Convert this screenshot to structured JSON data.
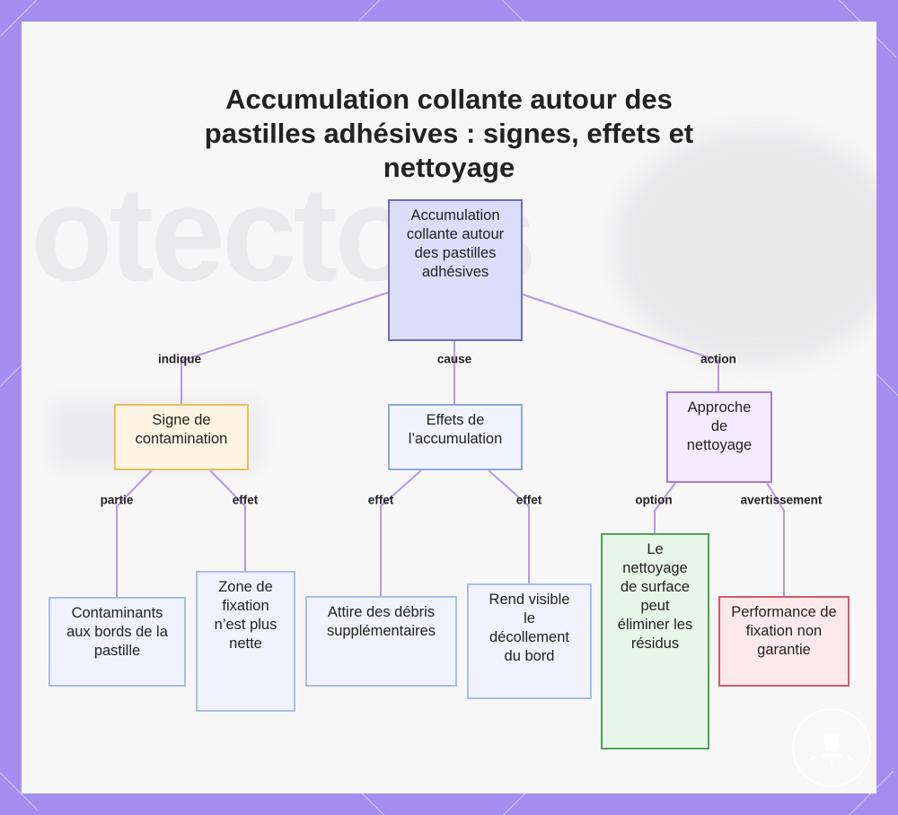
{
  "title": "Accumulation collante autour des pastilles adhésives : signes, effets et nettoyage",
  "background_word": "otectors",
  "colors": {
    "frame": "#a38ef0",
    "edge": "#b49adf",
    "root_fill": "#dcdcfb",
    "root_border": "#6f6fb8",
    "sign_fill": "#fff4e3",
    "sign_border": "#e2c15a",
    "effect_fill": "#f1f4fe",
    "effect_border": "#8ea6d8",
    "approach_fill": "#f4ecfd",
    "approach_border": "#a77bd2",
    "option_fill": "#e7f6e7",
    "option_border": "#4ea352",
    "warning_fill": "#fde9ec",
    "warning_border": "#d55a6a",
    "leaf_fill": "#f0f3fd",
    "leaf_border": "#a9bde6"
  },
  "nodes": {
    "root": "Accumulation collante autour des pastilles adhésives",
    "sign": "Signe de contamination",
    "effects": "Effets de l’accumulation",
    "approach": "Approche de nettoyage",
    "contaminants": "Contaminants aux bords de la pastille",
    "zone": "Zone de fixation n’est plus nette",
    "debris": "Attire des débris supplémentaires",
    "decollement": "Rend visible le décollement du bord",
    "surface": "Le nettoyage de surface peut éliminer les résidus",
    "performance": "Performance de fixation non garantie"
  },
  "edges": {
    "indique": "indique",
    "cause": "cause",
    "action": "action",
    "partie": "partie",
    "effet1": "effet",
    "effet2": "effet",
    "effet3": "effet",
    "option": "option",
    "avertissement": "avertissement"
  },
  "badge_icon": "shield-stand-icon"
}
